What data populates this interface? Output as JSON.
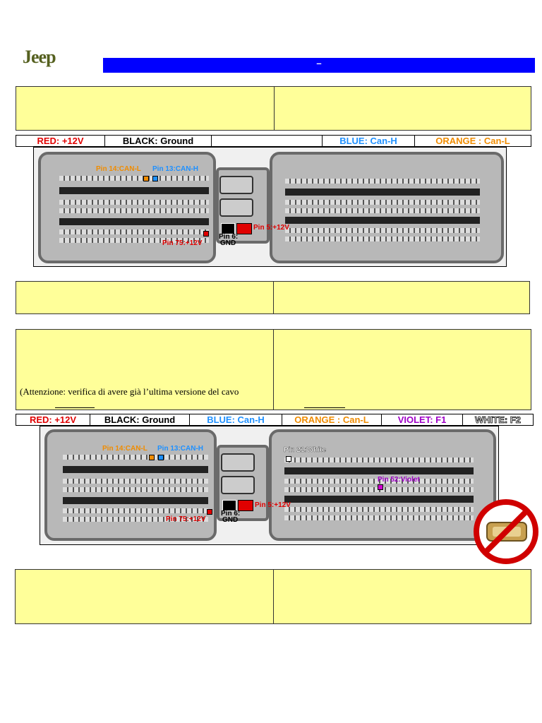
{
  "brand": {
    "logo_text": "Jeep"
  },
  "header": {
    "title": "–"
  },
  "legend1": [
    {
      "label": "RED: +12V",
      "color": "#e00000"
    },
    {
      "label": "BLACK: Ground",
      "color": "#000000"
    },
    {
      "label": "",
      "color": "#000000"
    },
    {
      "label": "BLUE: Can-H",
      "color": "#1e90ff"
    },
    {
      "label": "ORANGE : Can-L",
      "color": "#f08c00"
    }
  ],
  "legend2": [
    {
      "label": "RED: +12V",
      "color": "#e00000"
    },
    {
      "label": "BLACK: Ground",
      "color": "#000000"
    },
    {
      "label": "BLUE: Can-H",
      "color": "#1e90ff"
    },
    {
      "label": "ORANGE : Can-L",
      "color": "#f08c00"
    },
    {
      "label": "VIOLET: F1",
      "color": "#a000c8"
    },
    {
      "label": "WHITE: F2",
      "color": "#ffffff"
    }
  ],
  "connector1": {
    "pin14": "Pin 14:CAN-L",
    "pin13": "Pin 13:CAN-H",
    "pin5": "Pin 5:+12V",
    "pin6": "Pin 6:",
    "gnd": "GND",
    "pin75": "Pin 75:+12V"
  },
  "connector2": {
    "pin14": "Pin 14:CAN-L",
    "pin13": "Pin 13:CAN-H",
    "pin21": "Pin 21:White",
    "pin52": "Pin 52:Violet",
    "pin5": "Pin 5:+12V",
    "pin6": "Pin 6:",
    "gnd": "GND",
    "pin75": "Pin 75:+12V"
  },
  "notes": {
    "attention": "(Attenzione: verifica di avere già l’ultima versione del cavo"
  },
  "colors": {
    "header_blue": "#0000ff",
    "box_yellow": "#ffff99"
  }
}
